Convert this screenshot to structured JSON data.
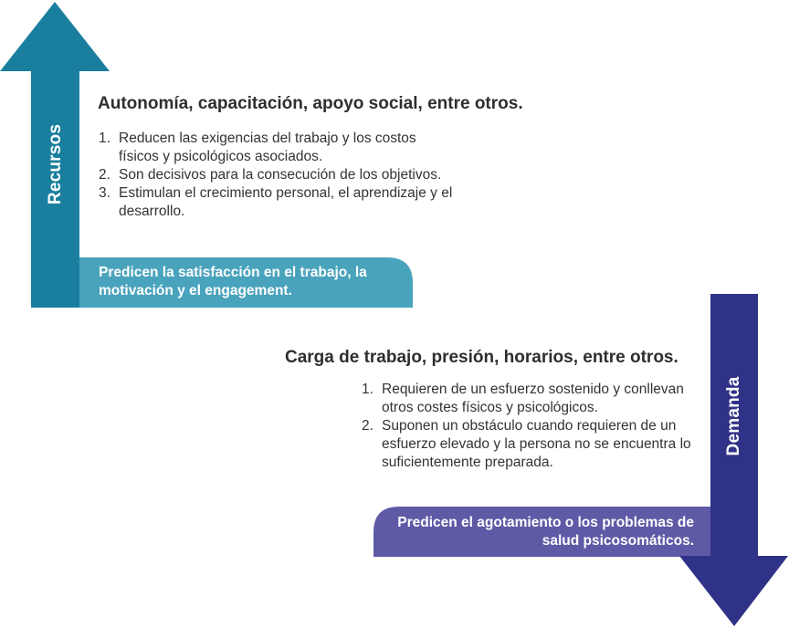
{
  "colors": {
    "recursos_arrow": "#1a7f9e",
    "recursos_banner": "#4aa3bc",
    "demanda_arrow": "#2f3287",
    "demanda_banner": "#5e5aa6"
  },
  "recursos": {
    "label": "Recursos",
    "heading": "Autonomía, capacitación, apoyo social, entre otros.",
    "points": [
      {
        "num": "1.",
        "text": "Reducen las exigencias del trabajo y los costos físicos y psicológicos asociados."
      },
      {
        "num": "2.",
        "text": "Son decisivos para la consecución de los objetivos."
      },
      {
        "num": "3.",
        "text": "Estimulan el crecimiento personal, el aprendizaje y el desarrollo."
      }
    ],
    "banner": "Predicen la satisfacción en el trabajo, la motivación y el engagement."
  },
  "demanda": {
    "label": "Demanda",
    "heading": "Carga de trabajo, presión, horarios, entre otros.",
    "points": [
      {
        "num": "1.",
        "text": "Requieren de un esfuerzo sostenido y conllevan otros costes físicos y psicológicos."
      },
      {
        "num": "2.",
        "text": "Suponen un obstáculo cuando requieren de un esfuerzo elevado y la persona no se encuentra lo suficientemente preparada."
      }
    ],
    "banner": "Predicen el agotamiento o los problemas de salud psicosomáticos."
  }
}
